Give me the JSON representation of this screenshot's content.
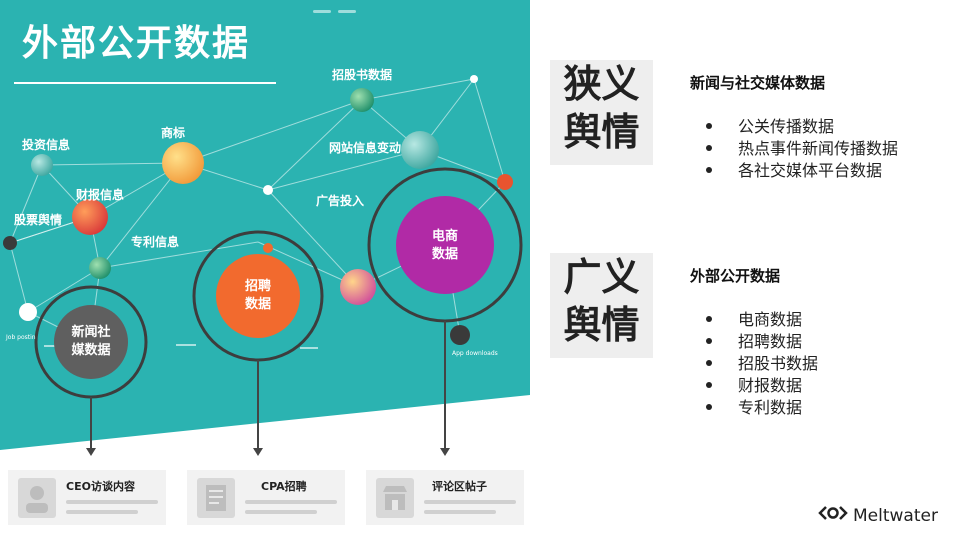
{
  "left": {
    "title": "外部公开数据",
    "nodes": {
      "zhaogu": "招股书数据",
      "touzi": "投资信息",
      "shangbiao": "商标",
      "wangzhan": "网站信息变动",
      "caibao": "财报信息",
      "gupiao": "股票舆情",
      "guanggao": "广告投入",
      "zhuanli": "专利信息"
    },
    "circles": {
      "news": "新闻社\n媒数据",
      "hiring": "招聘\n数据",
      "ecommerce": "电商\n数据"
    },
    "tiny": {
      "job": "Job postin",
      "app": "App downloads"
    },
    "cards": [
      {
        "title": "CEO访谈内容",
        "icon": "person-icon"
      },
      {
        "title": "CPA招聘",
        "icon": "document-icon"
      },
      {
        "title": "评论区帖子",
        "icon": "store-icon"
      }
    ]
  },
  "right": {
    "narrow": {
      "box_line1": "狭义",
      "box_line2": "舆情",
      "heading": "新闻与社交媒体数据",
      "items": [
        "公关传播数据",
        "热点事件新闻传播数据",
        "各社交媒体平台数据"
      ]
    },
    "broad": {
      "box_line1": "广义",
      "box_line2": "舆情",
      "heading": "外部公开数据",
      "items": [
        "电商数据",
        "招聘数据",
        "招股书数据",
        "财报数据",
        "专利数据"
      ]
    }
  },
  "brand": {
    "name": "Meltwater",
    "icon": "meltwater-logo-icon"
  },
  "colors": {
    "teal": "#2bb3b1",
    "orange": "#f26a2e",
    "magenta": "#b12aa6",
    "dark_gray": "#5f5f5f"
  }
}
